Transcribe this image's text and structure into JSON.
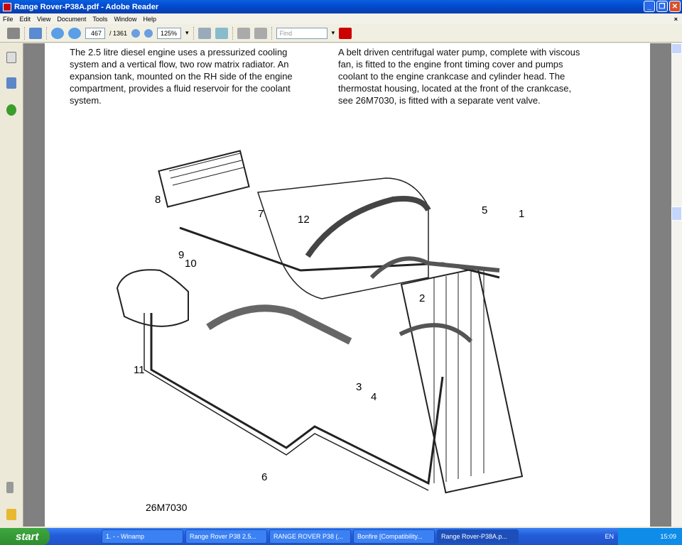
{
  "window": {
    "title": "Range Rover-P38A.pdf - Adobe Reader"
  },
  "menu": [
    "File",
    "Edit",
    "View",
    "Document",
    "Tools",
    "Window",
    "Help"
  ],
  "toolbar": {
    "page_current": "467",
    "page_total": "/ 1361",
    "zoom": "125%",
    "find_placeholder": "Find"
  },
  "document": {
    "col1": "The 2.5 litre diesel engine uses a pressurized cooling system and a vertical flow, two row matrix radiator. An expansion tank, mounted on the RH side of the engine compartment, provides a fluid reservoir for the coolant system.",
    "col2": "A belt driven centrifugal water pump, complete with viscous fan, is fitted to the engine front timing cover and pumps coolant to the engine crankcase and cylinder head. The thermostat housing, located at the front of the crankcase, see 26M7030, is fitted with a separate vent valve.",
    "figure_labels": [
      "1",
      "2",
      "3",
      "4",
      "5",
      "6",
      "7",
      "8",
      "9",
      "10",
      "11",
      "12"
    ],
    "figure_id": "26M7030"
  },
  "taskbar": {
    "start": "start",
    "tasks": [
      "1. - - Winamp",
      "Range Rover P38 2.5...",
      "RANGE ROVER P38 (...",
      "Bonfire [Compatibility...",
      "Range Rover-P38A.p..."
    ],
    "lang": "EN",
    "clock": "15:09"
  }
}
